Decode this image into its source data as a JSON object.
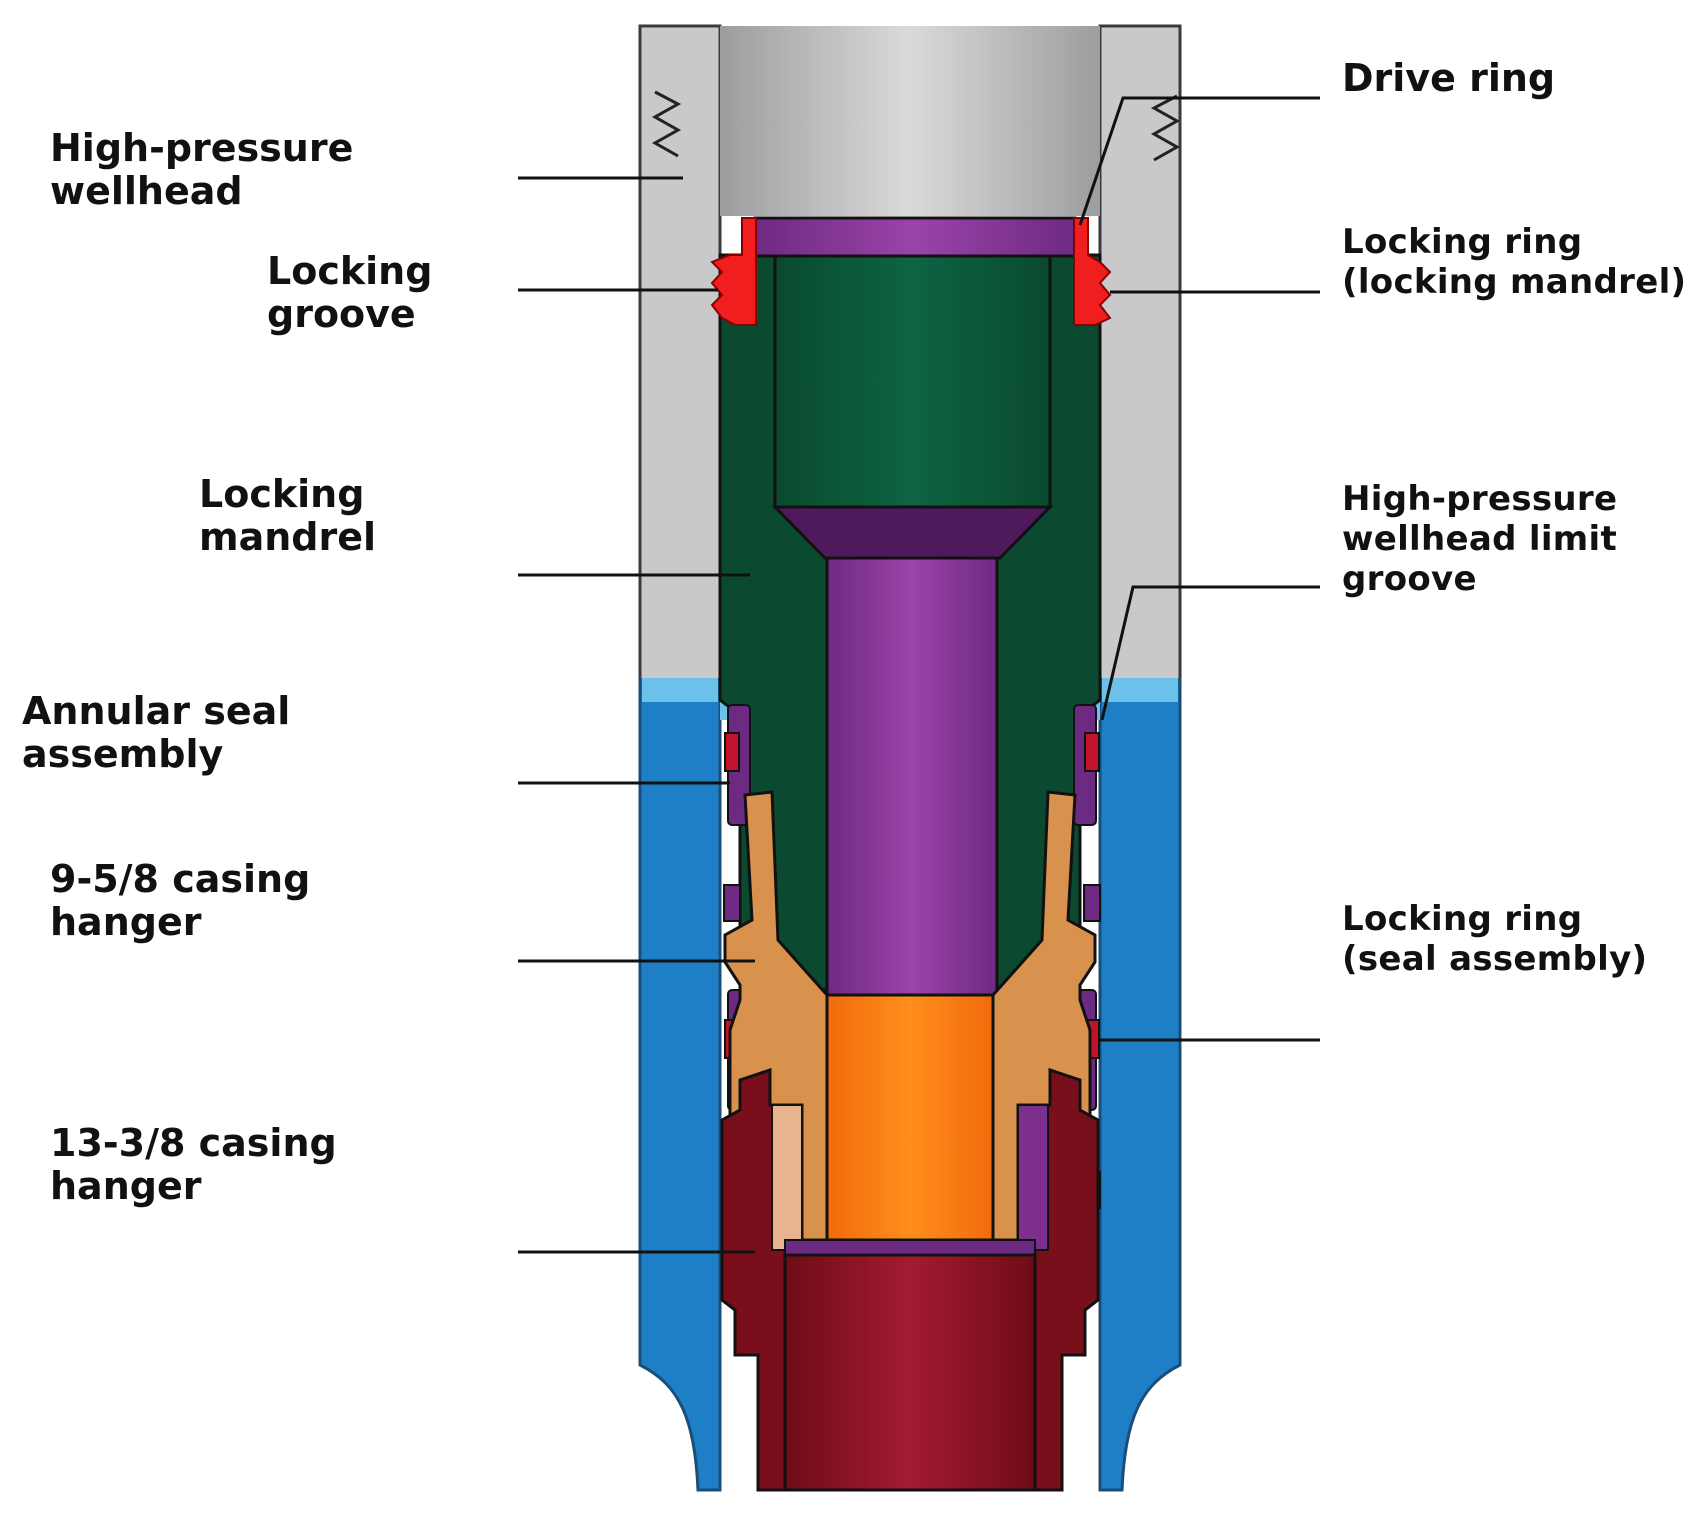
{
  "labels": {
    "high_pressure_wellhead": [
      "High-pressure",
      "wellhead"
    ],
    "locking_groove": [
      "Locking",
      "groove"
    ],
    "locking_mandrel": [
      "Locking",
      "mandrel"
    ],
    "annular_seal_assembly": [
      "Annular seal",
      "assembly"
    ],
    "casing_hanger_9_5_8": [
      "9-5/8 casing",
      "hanger"
    ],
    "casing_hanger_13_3_8": [
      "13-3/8 casing",
      "hanger"
    ],
    "drive_ring": [
      "Drive ring"
    ],
    "locking_ring_mandrel": [
      "Locking ring",
      "(locking mandrel)"
    ],
    "wellhead_limit_groove": [
      "High-pressure",
      "wellhead limit",
      "groove"
    ],
    "locking_ring_seal": [
      "Locking ring",
      "(seal assembly)"
    ]
  },
  "colors": {
    "wellhead_grey": "#c9c9cb",
    "wellhead_blue": "#1f7fc6",
    "wellhead_blue_light": "#6cc1ea",
    "locking_mandrel_green": "#0b4a30",
    "locking_mandrel_inner": "#0e5a3c",
    "drive_ring_purple": "#8a3b96",
    "collar_dark_purple": "#4f1a5c",
    "locking_ring_red": "#f01e1e",
    "casing_hanger_tan": "#d9924e",
    "orange_core": "#f57c0f",
    "casing_hanger_maroon": "#7a0f1c",
    "seal_purple": "#6d2a82",
    "leader_line": "#111111"
  }
}
